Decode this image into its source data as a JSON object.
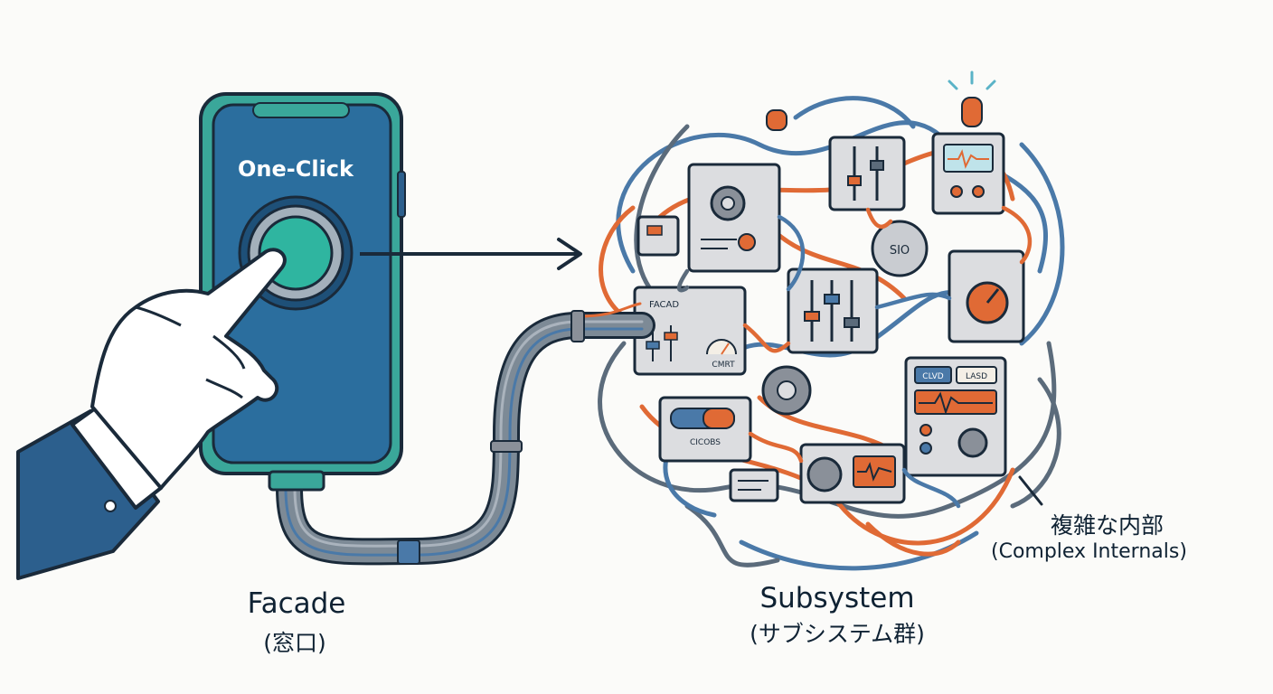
{
  "diagram": {
    "phone": {
      "screen_text": "One-Click"
    },
    "facade": {
      "label": "Facade",
      "sublabel": "(窓口)"
    },
    "subsystem": {
      "label": "Subsystem",
      "sublabel": "(サブシステム群)"
    },
    "internals": {
      "label": "複雑な内部",
      "sublabel": "(Complex Internals)"
    },
    "module_texts": {
      "facad": "FACAD",
      "cmrt": "CMRT",
      "cicobs": "CICOBS",
      "clvd": "CLVD",
      "lasd": "LASD",
      "sio": "SIO"
    },
    "colors": {
      "phone_body": "#2b6e9e",
      "phone_frame": "#3aa79a",
      "button_teal": "#2fb5a0",
      "module_gray": "#dcdde0",
      "wire_blue": "#4a79a8",
      "wire_orange": "#e06a35",
      "ink": "#1a2a3a",
      "sleeve": "#2c5f8d"
    }
  }
}
